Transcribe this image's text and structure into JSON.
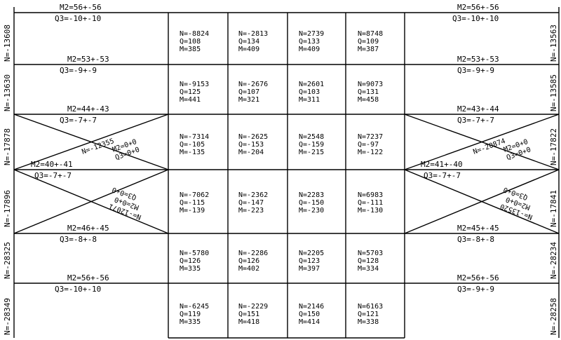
{
  "beam_end_labels": {
    "left": {
      "top_m": "M2=56+-56",
      "floors": [
        {
          "q": "Q3=-10+-10",
          "m": "M2=53+-53"
        },
        {
          "q": "Q3=-9+-9",
          "m": "M2=44+-43"
        },
        {
          "q": "Q3=-7+-7",
          "m": "M2=40+-41"
        },
        {
          "q": "Q3=-7+-7",
          "m": "M2=46+-45"
        },
        {
          "q": "Q3=-8+-8",
          "m": "M2=56+-56"
        },
        {
          "q": "Q3=-10+-10",
          "m": ""
        }
      ]
    },
    "right": {
      "top_m": "M2=56+-56",
      "floors": [
        {
          "q": "Q3=-10+-10",
          "m": "M2=53+-53"
        },
        {
          "q": "Q3=-9+-9",
          "m": "M2=43+-44"
        },
        {
          "q": "Q3=-7+-7",
          "m": "M2=41+-40"
        },
        {
          "q": "Q3=-7+-7",
          "m": "M2=45+-45"
        },
        {
          "q": "Q3=-8+-8",
          "m": "M2=56+-56"
        },
        {
          "q": "Q3=-9+-9",
          "m": ""
        }
      ]
    }
  },
  "column_axial": {
    "left": [
      "N=-13608",
      "N=-13630",
      "N=-17878",
      "N=-17896",
      "N=-28325",
      "N=-28349"
    ],
    "right": [
      "N=-13563",
      "N=-13585",
      "N=-17822",
      "N=-17841",
      "N=-28234",
      "N=-28258"
    ]
  },
  "brace_labels": {
    "left_upper": [
      "N=-12355",
      "M2=0+0",
      "Q3=0+0"
    ],
    "left_lower": [
      "N=-12071",
      "M2=0+0",
      "Q3=0+0"
    ],
    "right_upper": [
      "N=-20874",
      "M2=0+0",
      "Q3=0+0"
    ],
    "right_lower": [
      "N=-13520",
      "M2=0+0",
      "Q3=0+0"
    ]
  },
  "cells": [
    [
      {
        "n": "N=-8824",
        "q": "Q=108",
        "m": "M=385"
      },
      {
        "n": "N=-2813",
        "q": "Q=134",
        "m": "M=409"
      },
      {
        "n": "N=2739",
        "q": "Q=133",
        "m": "M=409"
      },
      {
        "n": "N=8748",
        "q": "Q=109",
        "m": "M=387"
      }
    ],
    [
      {
        "n": "N=-9153",
        "q": "Q=125",
        "m": "M=441"
      },
      {
        "n": "N=-2676",
        "q": "Q=107",
        "m": "M=321"
      },
      {
        "n": "N=2601",
        "q": "Q=103",
        "m": "M=311"
      },
      {
        "n": "N=9073",
        "q": "Q=131",
        "m": "M=458"
      }
    ],
    [
      {
        "n": "N=-7314",
        "q": "Q=-105",
        "m": "M=-135"
      },
      {
        "n": "N=-2625",
        "q": "Q=-153",
        "m": "M=-204"
      },
      {
        "n": "N=2548",
        "q": "Q=-159",
        "m": "M=-215"
      },
      {
        "n": "N=7237",
        "q": "Q=-97",
        "m": "M=-122"
      }
    ],
    [
      {
        "n": "N=-7062",
        "q": "Q=-115",
        "m": "M=-139"
      },
      {
        "n": "N=-2362",
        "q": "Q=-147",
        "m": "M=-223"
      },
      {
        "n": "N=2283",
        "q": "Q=-150",
        "m": "M=-230"
      },
      {
        "n": "N=6983",
        "q": "Q=-111",
        "m": "M=-130"
      }
    ],
    [
      {
        "n": "N=-5780",
        "q": "Q=126",
        "m": "M=335"
      },
      {
        "n": "N=-2286",
        "q": "Q=126",
        "m": "M=402"
      },
      {
        "n": "N=2205",
        "q": "Q=123",
        "m": "M=397"
      },
      {
        "n": "N=5703",
        "q": "Q=128",
        "m": "M=334"
      }
    ],
    [
      {
        "n": "N=-6245",
        "q": "Q=119",
        "m": "M=335"
      },
      {
        "n": "N=-2229",
        "q": "Q=151",
        "m": "M=418"
      },
      {
        "n": "N=2146",
        "q": "Q=150",
        "m": "M=414"
      },
      {
        "n": "N=6163",
        "q": "Q=121",
        "m": "M=338"
      }
    ]
  ]
}
